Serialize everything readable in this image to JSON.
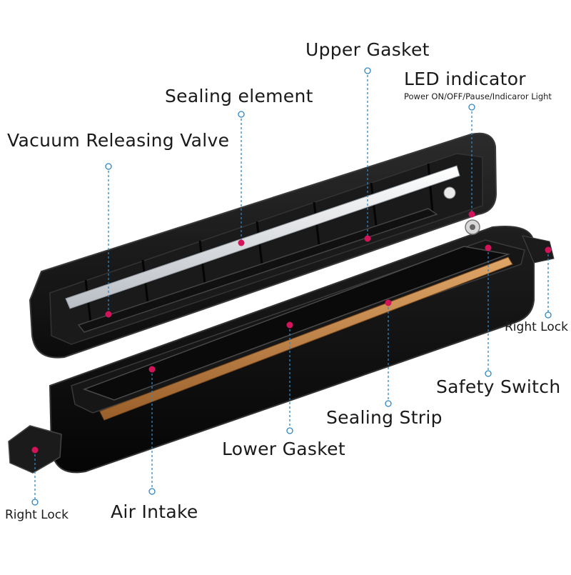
{
  "labels": {
    "upper_gasket": "Upper Gasket",
    "led_indicator": "LED indicator",
    "led_indicator_sub": "Power ON/OFF/Pause/Indicaror Light",
    "sealing_element": "Sealing element",
    "vacuum_releasing_valve": "Vacuum Releasing Valve",
    "right_lock_upper": "Right Lock",
    "safety_switch": "Safety Switch",
    "sealing_strip": "Sealing Strip",
    "lower_gasket": "Lower Gasket",
    "air_intake": "Air Intake",
    "right_lock_lower": "Right Lock"
  },
  "colors": {
    "leader_line": "#2f86c4",
    "marker_dot": "#d4145a",
    "body": "#141414",
    "body_edge": "#3a3a3a",
    "sealing_strip": "#c98a4a",
    "sealing_element": "#e9ecef"
  }
}
